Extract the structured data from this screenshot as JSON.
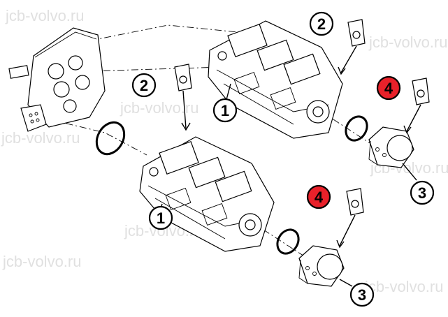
{
  "watermark": "jcb-volvo.ru",
  "callouts": [
    {
      "id": "c2a",
      "label": "2",
      "highlight": false
    },
    {
      "id": "c1a",
      "label": "1",
      "highlight": false
    },
    {
      "id": "c4a",
      "label": "4",
      "highlight": true
    },
    {
      "id": "c3a",
      "label": "3",
      "highlight": false
    },
    {
      "id": "c2b",
      "label": "2",
      "highlight": false
    },
    {
      "id": "c1b",
      "label": "1",
      "highlight": false
    },
    {
      "id": "c4b",
      "label": "4",
      "highlight": true
    },
    {
      "id": "c3b",
      "label": "3",
      "highlight": false
    }
  ],
  "colors": {
    "highlight_fill": "#e8212a",
    "normal_fill": "#ffffff",
    "line": "#000000",
    "watermark": "#c8c8c8"
  }
}
